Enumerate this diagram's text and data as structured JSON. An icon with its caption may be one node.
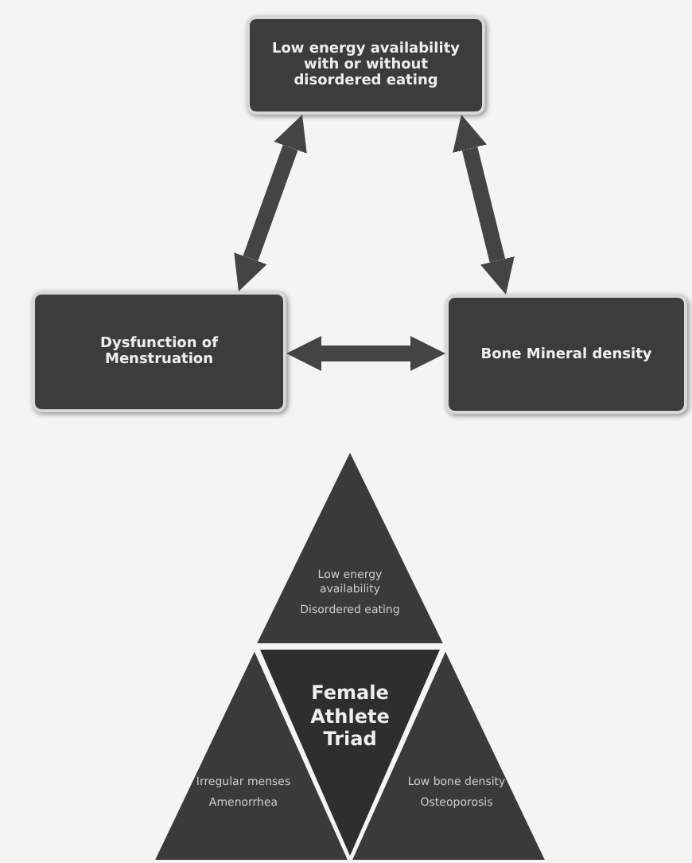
{
  "diagram": {
    "nodes": [
      {
        "text": [
          "Low energy availability with or without disordered eating"
        ]
      },
      {
        "text": [
          "Dysfunction of Menstruation"
        ]
      },
      {
        "text": [
          "Bone Mineral density"
        ]
      },
      {
        "text": [
          "Low energy availability",
          "Disordered eating"
        ]
      },
      {
        "text": [
          "Female Athlete Triad"
        ]
      },
      {
        "text": [
          "Irregular menses",
          "Amenorrhea"
        ]
      },
      {
        "text": [
          "Low bone density",
          "Osteoporosis"
        ]
      }
    ],
    "edges": [
      {
        "from": 0,
        "to": 1,
        "arrow": "both"
      },
      {
        "from": 0,
        "to": 2,
        "arrow": "both"
      },
      {
        "from": 1,
        "to": 2,
        "arrow": "both"
      }
    ]
  }
}
